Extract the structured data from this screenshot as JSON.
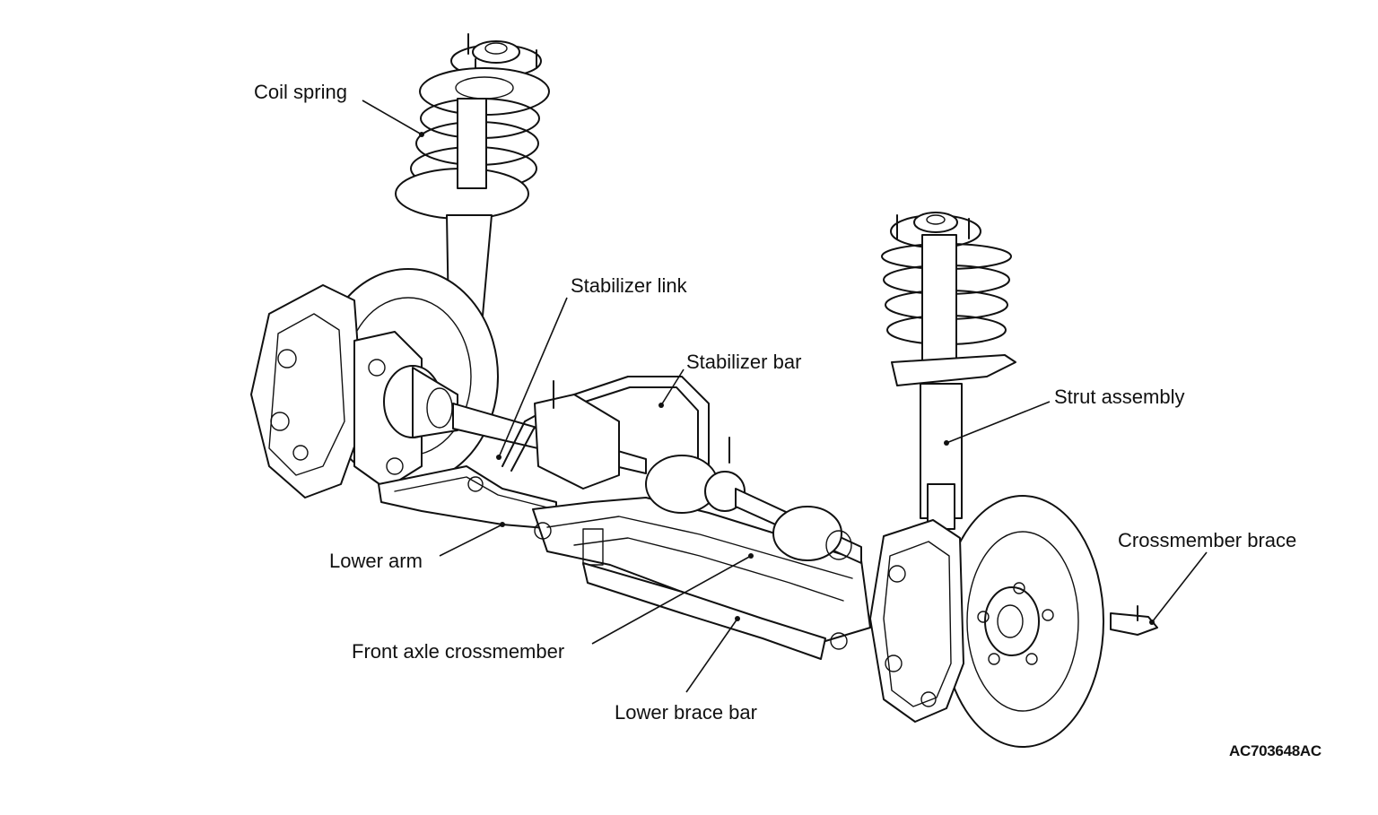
{
  "labels": {
    "coil_spring": "Coil spring",
    "stabilizer_link": "Stabilizer link",
    "stabilizer_bar": "Stabilizer bar",
    "strut_assembly": "Strut assembly",
    "crossmember_brace": "Crossmember brace",
    "lower_arm": "Lower arm",
    "front_axle_crossmember": "Front axle crossmember",
    "lower_brace_bar": "Lower brace bar"
  },
  "figure_code": "AC703648AC"
}
